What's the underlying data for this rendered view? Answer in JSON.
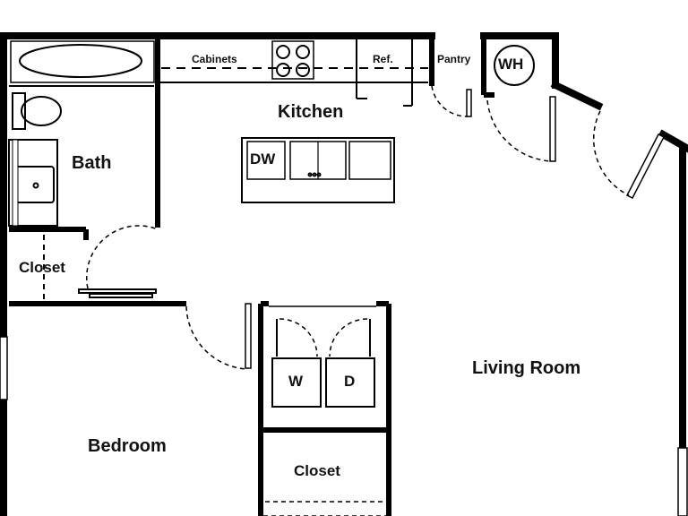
{
  "plan": {
    "rooms": {
      "kitchen": "Kitchen",
      "bath": "Bath",
      "living_room": "Living Room",
      "bedroom": "Bedroom",
      "closet_upper": "Closet",
      "closet_lower": "Closet"
    },
    "fixtures": {
      "cabinets": "Cabinets",
      "refrigerator": "Ref.",
      "pantry": "Pantry",
      "water_heater": "WH",
      "dishwasher": "DW",
      "washer": "W",
      "dryer": "D"
    },
    "colors": {
      "wall": "#000000",
      "background": "#ffffff"
    }
  }
}
